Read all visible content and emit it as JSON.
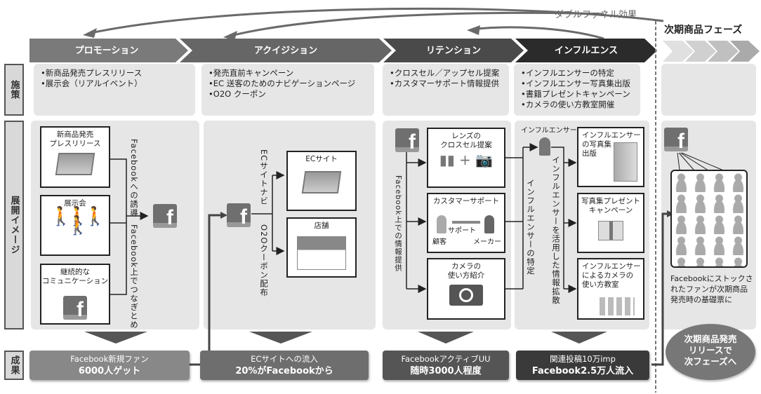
{
  "header": {
    "double_funnel_label": "ダブルファネル効果",
    "next_phase_title": "次期商品フェーズ",
    "phases": [
      {
        "label": "プロモーション",
        "color": "#7a7a7a"
      },
      {
        "label": "アクイジション",
        "color": "#666666"
      },
      {
        "label": "リテンション",
        "color": "#4a4a4a"
      },
      {
        "label": "インフルエンス",
        "color": "#2b2b2b"
      }
    ]
  },
  "rows": {
    "measures": "施策",
    "deployment": "展開イメージ",
    "results": "成果"
  },
  "measures": {
    "promotion": [
      "•新商品発売プレスリリース",
      "•展示会（リアルイベント）"
    ],
    "acquisition": [
      "•発売直前キャンペーン",
      "•EC 送客のためのナビゲーションページ",
      "•O2O クーポン"
    ],
    "retention": [
      "•クロスセル／アップセル提案",
      "•カスタマーサポート情報提供"
    ],
    "influence": [
      "•インフルエンサーの特定",
      "•インフルエンサー写真集出版",
      "•書籍プレゼントキャンペーン",
      "•カメラの使い方教室開催"
    ]
  },
  "deployment": {
    "promotion": {
      "boxes": [
        "新商品発売\nプレスリリース",
        "展示会",
        "継続的な\nコミュニケーション"
      ],
      "arrow_text_top": "Facebookへの誘導",
      "arrow_text_bottom": "Facebook上でつなぎとめ"
    },
    "acquisition": {
      "boxes": [
        "ECサイト",
        "店舗"
      ],
      "arrow_text_top": "ECサイトナビ",
      "arrow_text_bottom": "O2Oクーポン配布"
    },
    "retention": {
      "boxes": [
        "レンズの\nクロスセル提案",
        "カスタマーサポート",
        "カメラの\n使い方紹介"
      ],
      "support_label": "サポート",
      "customer_label": "顧客",
      "maker_label": "メーカー",
      "vertical_text": "Facebook上での情報提供"
    },
    "influence": {
      "influencer_label": "インフルエンサー",
      "boxes": [
        "インフルエンサー\nの写真集\n出版",
        "写真集プレゼント\nキャンペーン",
        "インフルエンサー\nによるカメラの\n使い方教室"
      ],
      "vertical_text_left": "インフルエンサーの特定",
      "vertical_text_right": "インフルエンサーを活用した情報拡散"
    },
    "next_phase": {
      "caption": "Facebookにストックされたファンが次期商品発売時の基礎票に",
      "bubble": "次期商品発売\nリリースで\n次フェーズへ"
    }
  },
  "results": [
    {
      "line1": "Facebook新規ファン",
      "line2": "6000人ゲット",
      "color": "#888888"
    },
    {
      "line1": "ECサイトへの流入",
      "line2": "20%がFacebookから",
      "color": "#6e6e6e"
    },
    {
      "line1": "FacebookアクティブUU",
      "line2": "随時3000人程度",
      "color": "#555555"
    },
    {
      "line1": "関連投稿10万imp",
      "line2": "Facebook2.5万人流入",
      "color": "#3a3a3a"
    }
  ],
  "icons": {
    "facebook": "f"
  }
}
